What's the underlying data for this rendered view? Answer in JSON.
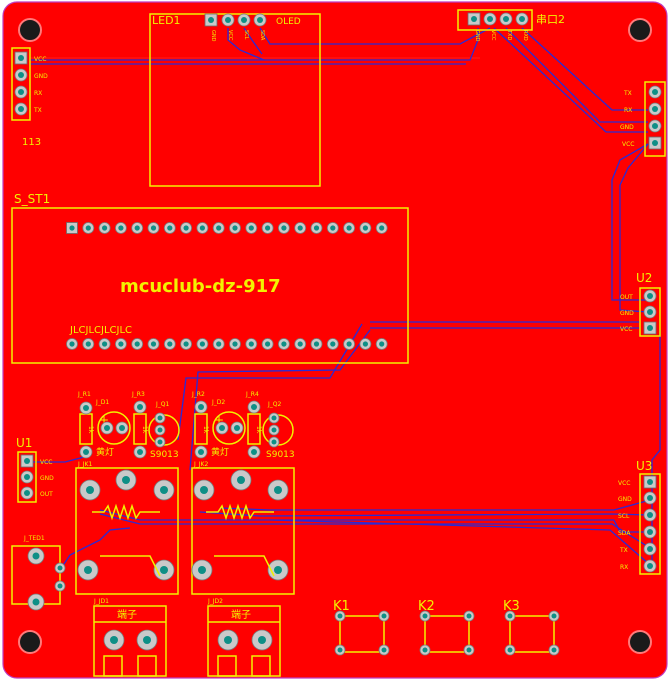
{
  "board": {
    "title": "mcuclub-dz-917",
    "colors": {
      "copper": "#ff0000",
      "silkscreen": "#f2f200",
      "trace": "#2a2ad6",
      "outline": "#c03cc0",
      "pad": "#c9c9c9",
      "drill": "#0e8f86"
    }
  },
  "labels": {
    "led1": "LED1",
    "oled": "OLED",
    "s_st1": "S_ST1",
    "u1": "U1",
    "u2": "U2",
    "u3": "U3",
    "k1": "K1",
    "k2": "K2",
    "k3": "K3",
    "uart": "串口2",
    "m113": "113",
    "s9013a": "S9013",
    "s9013b": "S9013",
    "yellow1": "黄灯",
    "yellow2": "黄灯",
    "term1": "端子",
    "term2": "端子",
    "jlc": "JLCJLCJLCJLC",
    "j_jd1": "J_JD1",
    "j_jd2": "J_JD2",
    "j_jk1": "J_JK1",
    "j_jk2": "J_JK2",
    "j_ted1": "J_TED1",
    "j_r1": "J_R1",
    "j_r2": "J_R2",
    "j_r3": "J_R3",
    "j_r4": "J_R4",
    "j_d1": "J_D1",
    "j_d2": "J_D2",
    "j_q1": "J_Q1",
    "j_q2": "J_Q2",
    "r1k_a": "1k",
    "r1k_b": "1k",
    "r1k_c": "1k",
    "r1k_d": "1k"
  },
  "pin_labels": {
    "oled": [
      "GND",
      "VCC",
      "SCL",
      "SDA"
    ],
    "uart": [
      "GND",
      "VCC",
      "TXD",
      "RXD"
    ],
    "m113": [
      "VCC",
      "GND",
      "RX",
      "TX"
    ],
    "right": [
      "TX",
      "RX",
      "GND",
      "VCC"
    ],
    "u1": [
      "VCC",
      "GND",
      "OUT"
    ],
    "u2": [
      "OUT",
      "GND",
      "VCC"
    ],
    "u3": [
      "VCC",
      "GND",
      "SCL",
      "SDA",
      "TX",
      "RX"
    ]
  }
}
